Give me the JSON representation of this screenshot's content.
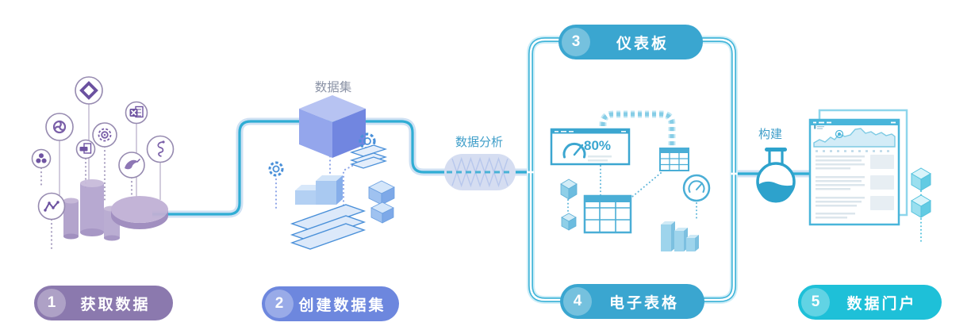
{
  "steps": [
    {
      "number": "1",
      "label": "获取数据",
      "color": "#8b79ae"
    },
    {
      "number": "2",
      "label": "创建数据集",
      "color": "#6d87de"
    },
    {
      "number": "3",
      "label": "仪表板",
      "color": "#3aa6d0"
    },
    {
      "number": "4",
      "label": "电子表格",
      "color": "#3aa6d0"
    },
    {
      "number": "5",
      "label": "数据门户",
      "color": "#1ec0d8"
    }
  ],
  "labels": {
    "dataset": "数据集",
    "analysis": "数据分析",
    "build": "构建"
  },
  "dashboard": {
    "gauge_value": "80%"
  },
  "icons": [
    "diamond-icon",
    "pinwheel-icon",
    "excel-icon",
    "aperture-icon",
    "csv-icon",
    "molecule-icon",
    "mysql-dolphin-icon",
    "seahorse-icon",
    "line-chart-icon",
    "gear-icon",
    "cube-icon",
    "layer-stack-icon",
    "flask-icon",
    "gauge-icon",
    "table-icon",
    "bar-chart-icon",
    "area-chart-icon"
  ],
  "colors": {
    "pipe_core": "#2fadd4",
    "pipe_glow": "#cfe1f3",
    "loop_tube": "#42b5d9",
    "loop_glow": "#cfeef8",
    "purple_icon": "#6f54a2",
    "purple_cylinder": "#b4a5cf",
    "blue_illustration": "#4a90d9",
    "cyan_illustration": "#4aaed6",
    "capsule_fill": "#d5ddf1",
    "cyan_cube": "#62cbe3"
  }
}
